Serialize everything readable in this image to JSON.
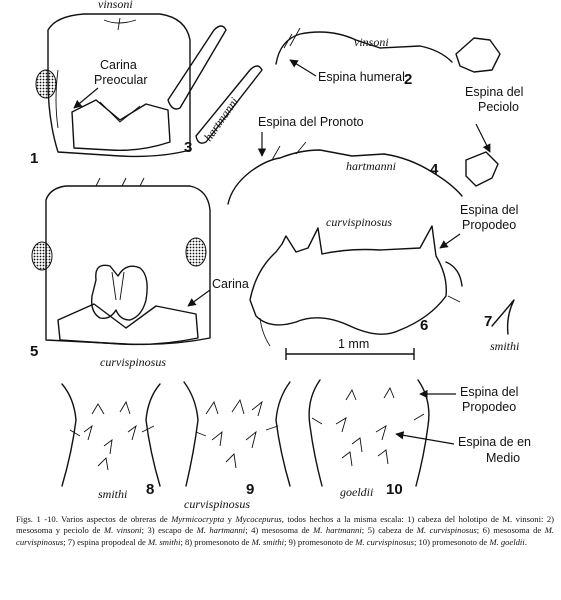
{
  "species": {
    "vinsoni_head": "vinsoni",
    "vinsoni_meso": "vinsoni",
    "hartmanni_scape": "hartmanni",
    "hartmanni_meso": "hartmanni",
    "curvispinosus_meso": "curvispinosus",
    "curvispinosus_head": "curvispinosus",
    "smithi_spine": "smithi",
    "smithi_pro": "smithi",
    "curvispinosus_pro": "curvispinosus",
    "goeldii_pro": "goeldii"
  },
  "labels": {
    "carina_preocular_1": "Carina",
    "carina_preocular_2": "Preocular",
    "espina_humeral": "Espina humeral",
    "espina_peciolo_1": "Espina del",
    "espina_peciolo_2": "Peciolo",
    "espina_pronoto": "Espina del Pronoto",
    "espina_propodeo_a_1": "Espina del",
    "espina_propodeo_a_2": "Propodeo",
    "carina": "Carina",
    "scale": "1 mm",
    "espina_propodeo_b_1": "Espina del",
    "espina_propodeo_b_2": "Propodeo",
    "espina_medio_1": "Espina de en",
    "espina_medio_2": "Medio"
  },
  "figure_numbers": [
    "1",
    "2",
    "3",
    "4",
    "5",
    "6",
    "7",
    "8",
    "9",
    "10"
  ],
  "caption": {
    "p1": "Figs. 1 -10.  Varios aspectos de obreras de ",
    "genus1": "Myrmicocrypta",
    "p2": " y ",
    "genus2": "Mycocepurus",
    "p3": ", todos hechos a la misma escala: 1) cabeza del holotipo de M. vinsoni: 2) mesosoma y peciolo de ",
    "sp1": "M. vinsoni",
    "p4": "; 3) escapo de ",
    "sp2": "M. hartmanni",
    "p5": "; 4) mesosoma de ",
    "sp3": "M. hartmanni",
    "p6": "; 5) cabeza de ",
    "sp4": "M. curvispinosus",
    "p7": "; 6) mesosoma de ",
    "sp5": "M. curvispinosus",
    "p8": "; 7) espina propodeal de ",
    "sp6": "M. smithi",
    "p9": "; 8) promesonoto de ",
    "sp7": "M. smithi",
    "p10": "; 9) promesonoto de ",
    "sp8": "M. curvispinosus",
    "p11": "; 10) promesonoto de ",
    "sp9": "M. goeldii",
    "p12": "."
  }
}
